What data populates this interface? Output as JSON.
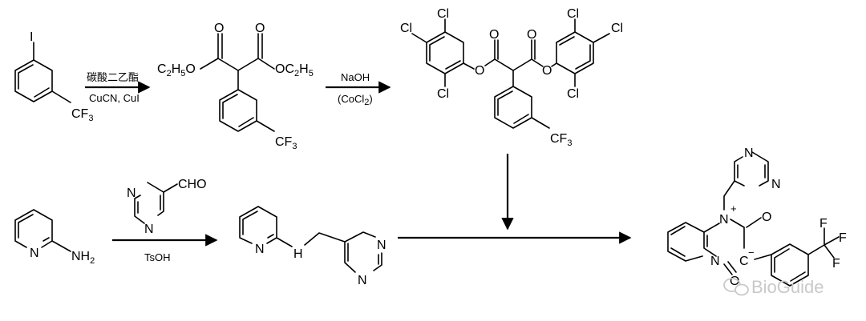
{
  "scheme": {
    "step1": {
      "reagent_top": "碳酸二乙酯",
      "reagent_bottom": "CuCN, CuI"
    },
    "step2": {
      "reagent_top": "NaOH",
      "reagent_bottom": "(CoCl",
      "reagent_bottom_sub": "2",
      "reagent_bottom_end": ")"
    },
    "step3": {
      "reagent_bottom": "TsOH"
    }
  },
  "compound1": {
    "iodo": "I",
    "cf3": "CF",
    "cf3_sub": "3"
  },
  "compound2": {
    "left_ester": "C",
    "left_ester_sub1": "2",
    "left_ester_mid": "H",
    "left_ester_sub2": "5",
    "left_ester_end": "O",
    "right_ester": "OC",
    "right_ester_sub1": "2",
    "right_ester_mid": "H",
    "right_ester_sub2": "5",
    "oxygen": "O",
    "cf3": "CF",
    "cf3_sub": "3"
  },
  "compound3": {
    "cl": "Cl",
    "oxygen": "O",
    "cf3": "CF",
    "cf3_sub": "3"
  },
  "aminopyridine": {
    "n": "N",
    "nh2": "NH",
    "nh2_sub": "2"
  },
  "pyrimidine_aldehyde": {
    "n": "N",
    "cho": "CHO"
  },
  "compound5": {
    "n": "N",
    "h": "H"
  },
  "product": {
    "n": "N",
    "charge_plus": "+",
    "oxygen": "O",
    "carbanion": "C",
    "charge_minus": "−",
    "f": "F"
  },
  "watermark": {
    "text": "BioGuide"
  }
}
